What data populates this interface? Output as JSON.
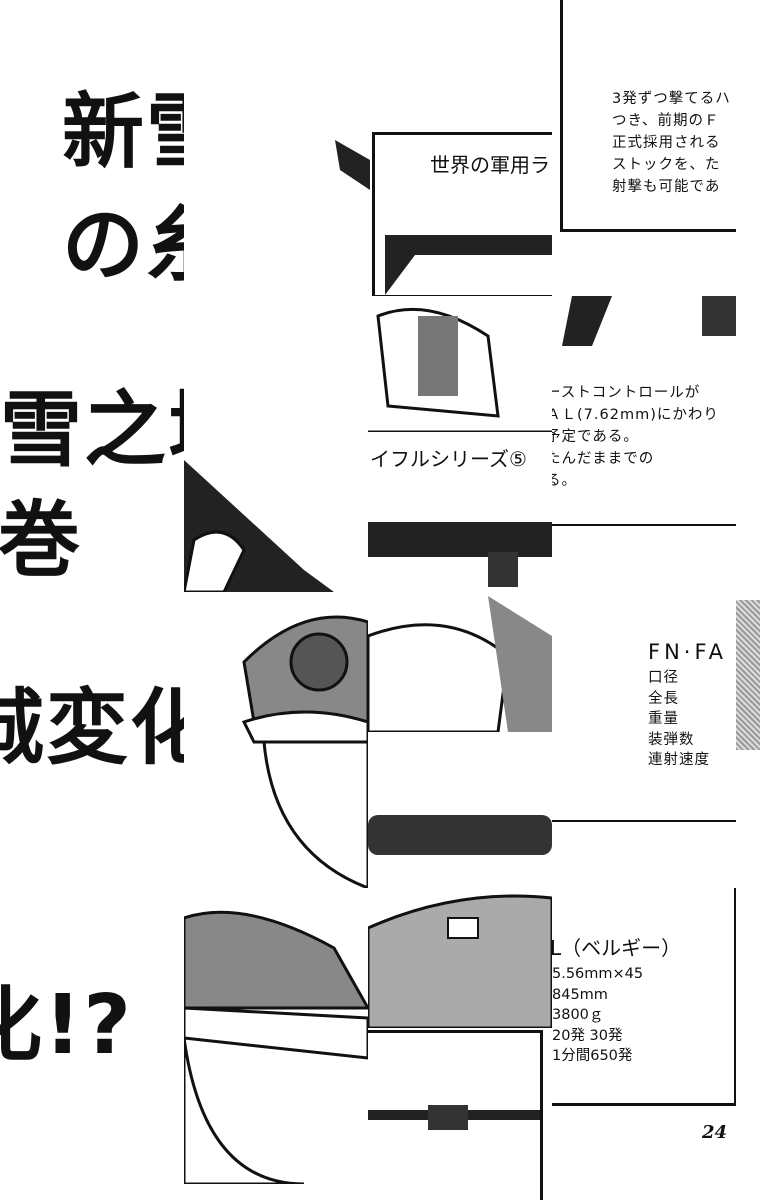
{
  "title_fragments": {
    "line1": "新雪",
    "line2": "の糸",
    "line3": "雪之城",
    "line4": "巻",
    "line5": "城変化",
    "line6": "化!?"
  },
  "series_header": {
    "part1": "世界の軍用ラ",
    "part2": "イフルシリーズ⑤"
  },
  "description_a": [
    "3発ずつ撃てるハ",
    "つき、前期のＦ",
    "正式採用される",
    "ストックを、た",
    "射撃も可能であ"
  ],
  "description_b": [
    "ーストコントロールが",
    "ＡＬ(7.62mm)にかわり",
    "予定である。",
    "たんだままでの",
    "る。"
  ],
  "spec_title": "FN·FA",
  "spec_labels": [
    "口径",
    "全長",
    "重量",
    "装弾数",
    "連射速度"
  ],
  "spec_title_rest": "L（ベルギー）",
  "spec_values": [
    "5.56mm×45",
    "845mm",
    "3800ｇ",
    "20発 30発",
    "1分間650発"
  ],
  "page_number": "24"
}
